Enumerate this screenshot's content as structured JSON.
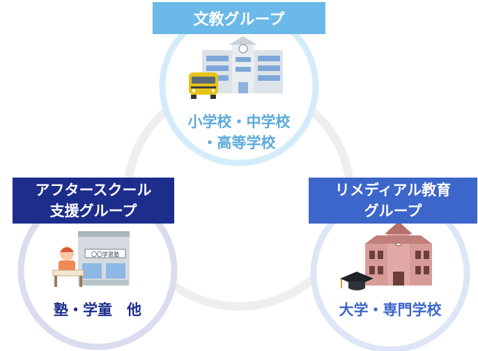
{
  "groups": [
    {
      "title": "文教グループ",
      "caption_line1": "小学校・中学校",
      "caption_line2": "・高等学校",
      "label_color": "#6BB9E8",
      "caption_color": "#5AA9DB",
      "ring_color": "#D4ECFA"
    },
    {
      "title_line1": "アフタースクール",
      "title_line2": "支援グループ",
      "caption": "塾・学童　他",
      "label_color": "#1C2D8C",
      "caption_color": "#1C2D8C",
      "ring_color": "#DADCEF",
      "sign_text": "〇〇学習塾"
    },
    {
      "title_line1": "リメディアル教育",
      "title_line2": "グループ",
      "caption": "大学・専門学校",
      "label_color": "#3C66C9",
      "caption_color": "#3C66C9",
      "ring_color": "#DEE5F6"
    }
  ],
  "center_ring_color": "#EEEEEE"
}
